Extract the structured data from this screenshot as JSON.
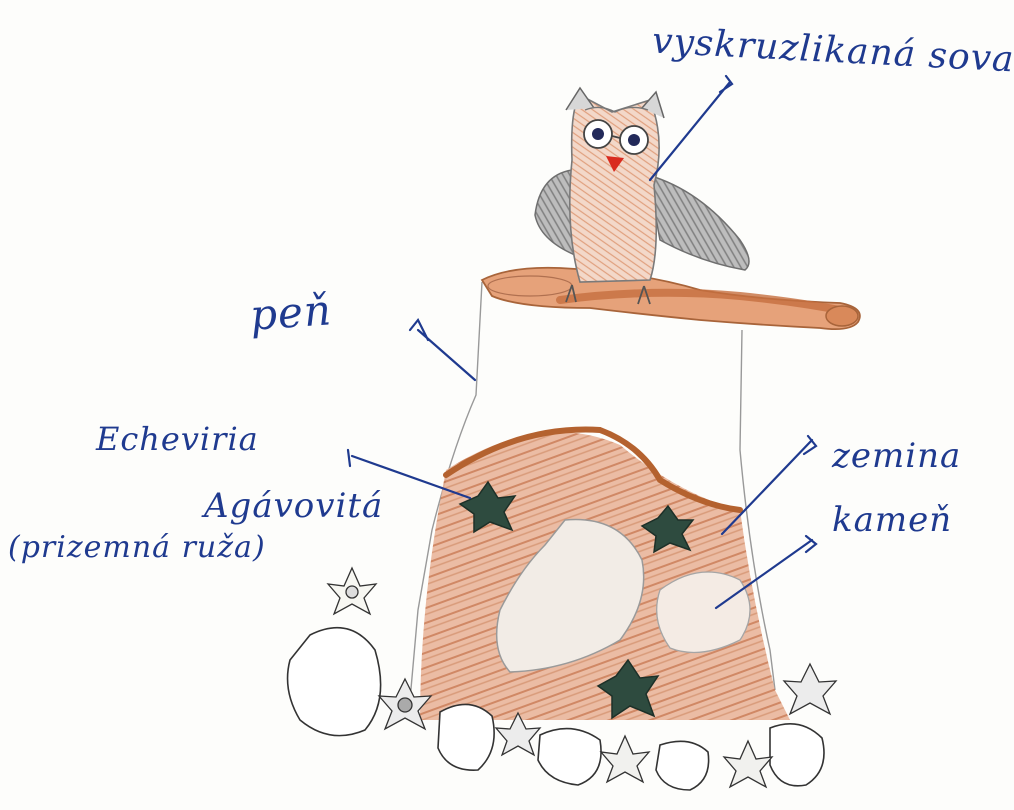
{
  "labels": {
    "owl": "vyskruzlikaná sova",
    "stump": "peň",
    "echeveria": "Echeviria",
    "agave": "Agávovitá",
    "rose_plant": "(prizemná ruža)",
    "soil": "zemina",
    "stone": "kameň"
  },
  "colors": {
    "ink": "#1f3a8f",
    "soil": "#c8734a",
    "branch": "#d9895a",
    "owl_gray": "#8f8f8f",
    "owl_body": "#e9b9a0",
    "succulent": "#2e4b3f",
    "beak": "#d92b1f",
    "pencil": "#777777"
  }
}
